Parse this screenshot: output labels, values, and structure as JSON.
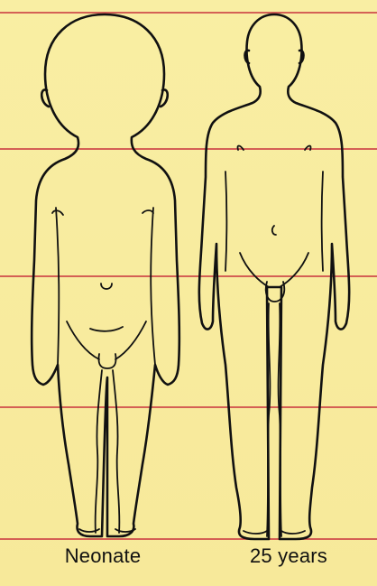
{
  "figure": {
    "labels": {
      "neonate": "Neonate",
      "adult": "25 years"
    },
    "colors": {
      "background": "#f8ec9a",
      "guide_line": "#c8323c",
      "outline": "#111111"
    },
    "guide_line_count": 5
  }
}
